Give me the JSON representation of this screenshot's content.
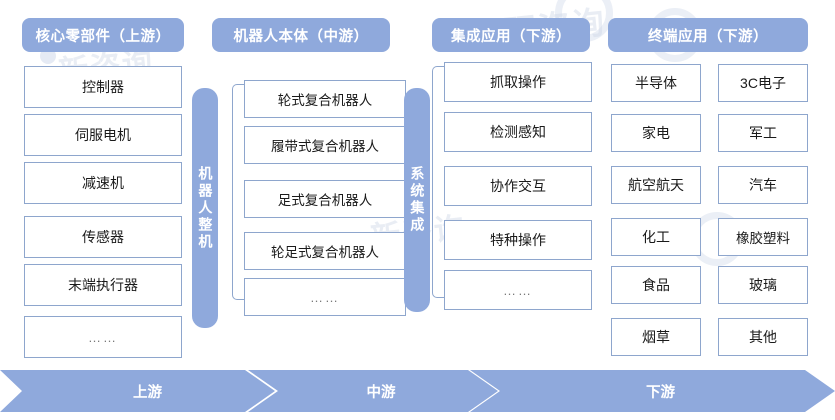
{
  "diagram": {
    "title_visible": false,
    "colors": {
      "header_blue": "#8fa9dc",
      "box_border": "#8ea6cd",
      "box_fill": "#ffffff",
      "arrow_blue": "#8fa9dc",
      "text_dark": "#1a1a1a",
      "text_white": "#ffffff"
    },
    "columns": [
      {
        "id": "upstream-core-components",
        "header": "核心零部件（上游）",
        "items": [
          "控制器",
          "伺服电机",
          "减速机",
          "传感器",
          "末端执行器",
          "……"
        ]
      },
      {
        "id": "midstream-robot-body",
        "header": "机器人本体（中游）",
        "vertical_label": "机器人整机",
        "items": [
          "轮式复合机器人",
          "履带式复合机器人",
          "足式复合机器人",
          "轮足式复合机器人",
          "……"
        ]
      },
      {
        "id": "downstream-integrated-application",
        "header": "集成应用（下游）",
        "vertical_label": "系统集成",
        "items": [
          "抓取操作",
          "检测感知",
          "协作交互",
          "特种操作",
          "……"
        ]
      },
      {
        "id": "downstream-terminal-application",
        "header": "终端应用（下游）",
        "items_left": [
          "半导体",
          "家电",
          "航空航天",
          "化工",
          "食品",
          "烟草"
        ],
        "items_right": [
          "3C电子",
          "军工",
          "汽车",
          "橡胶塑料",
          "玻璃",
          "其他"
        ]
      }
    ],
    "flow_arrows": [
      {
        "id": "upstream",
        "label": "上游"
      },
      {
        "id": "midstream",
        "label": "中游"
      },
      {
        "id": "downstream",
        "label": "下游"
      }
    ],
    "watermarks": [
      "新咨询",
      "智研咨询",
      "新咨询"
    ]
  }
}
